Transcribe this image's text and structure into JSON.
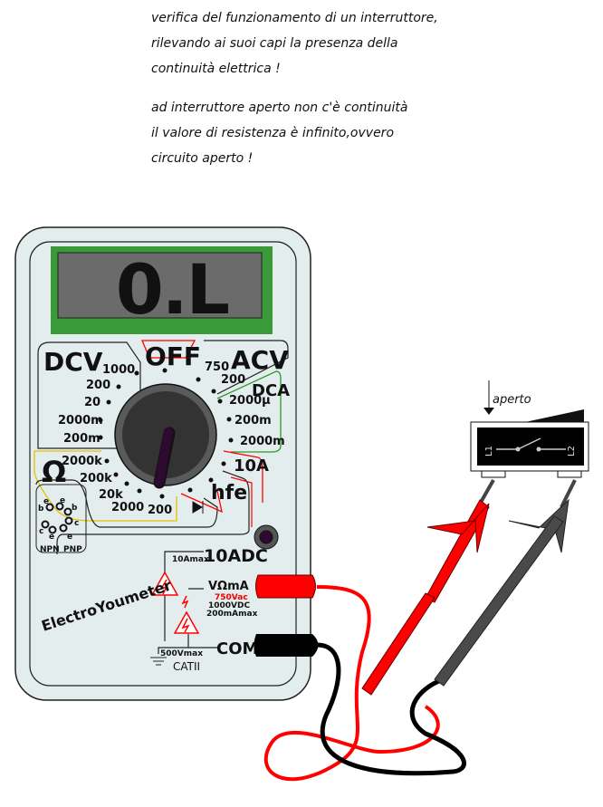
{
  "notes": [
    "verifica del funzionamento di un interruttore,",
    "rilevando ai suoi capi la presenza della",
    "continuità elettrica !",
    "ad interruttore aperto non c'è continuità",
    "il valore di resistenza è infinito,ovvero",
    "circuito aperto !"
  ],
  "display": {
    "reading": "0.L"
  },
  "dial": {
    "off": "OFF",
    "dcv": "DCV",
    "acv": "ACV",
    "dca": "DCA",
    "ohm": "Ω",
    "hfe": "hfe",
    "a10": "10A",
    "dcv_ranges": [
      "1000",
      "200",
      "20",
      "2000m",
      "200m"
    ],
    "acv_ranges": [
      "750",
      "200"
    ],
    "dca_ranges": [
      "2000µ",
      "200m",
      "2000m"
    ],
    "ohm_ranges": [
      "2000k",
      "200k",
      "20k",
      "2000",
      "200"
    ]
  },
  "socket": {
    "npn": "NPN",
    "pnp": "PNP",
    "e": "e",
    "b": "b",
    "c": "c"
  },
  "jacks": {
    "adc10": "10ADC",
    "a10max": "10Amax",
    "vohm": "VΩmA",
    "vac": "750Vac",
    "vdc": "1000VDC",
    "mamax": "200mAmax",
    "com": "COM",
    "vmax": "500Vmax",
    "cat": "CATII"
  },
  "brand": "ElectroYoumeter",
  "switch": {
    "state": "aperto",
    "l1": "L1",
    "l2": "L2"
  },
  "colors": {
    "display": "#3a9a3a",
    "lcd": "#6b6b6b",
    "body": "#e4eded",
    "red": "#ff0000",
    "acv_green": "#2a9a2a",
    "ohm_yellow": "#e8c000"
  }
}
